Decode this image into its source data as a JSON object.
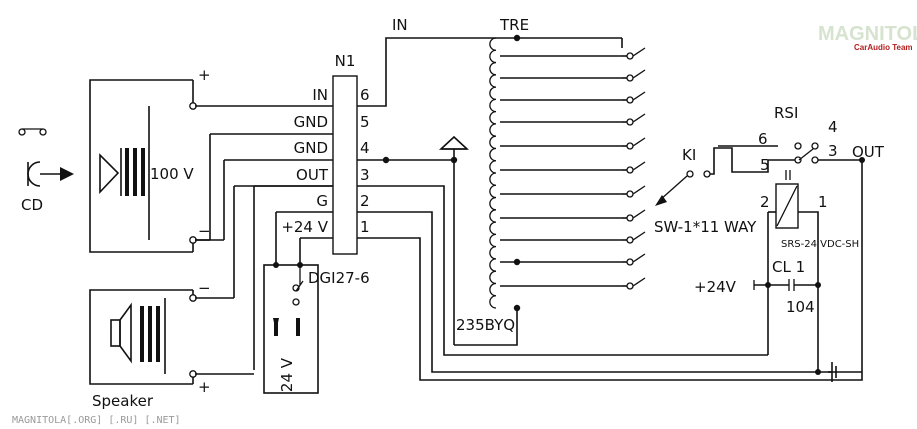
{
  "brand": {
    "name": "MAGNITOLA",
    "sub": "CarAudio Team"
  },
  "footer_watermark": "MAGNITOLA[.ORG] [.RU] [.NET]",
  "source": {
    "label": "CD"
  },
  "speaker": {
    "label": "Speaker"
  },
  "transformer_100v": {
    "label": "100 V"
  },
  "amplifier": {
    "ref": "N1",
    "part": "DGI27-6",
    "pins": [
      {
        "num": "6",
        "name": "IN"
      },
      {
        "num": "5",
        "name": "GND"
      },
      {
        "num": "4",
        "name": "GND"
      },
      {
        "num": "3",
        "name": "OUT"
      },
      {
        "num": "2",
        "name": "G"
      },
      {
        "num": "1",
        "name": "+24 V"
      }
    ]
  },
  "net_in": {
    "label": "IN"
  },
  "transformer_tre": {
    "ref": "TRE",
    "part": "235BYQ"
  },
  "selector": {
    "ref": "KI",
    "part": "SW-1*11 WAY"
  },
  "relay": {
    "ref": "RSI",
    "part": "SRS-24 VDC-SH",
    "pins": {
      "p2": "2",
      "p1": "1",
      "p3": "3",
      "p4": "4",
      "p5": "5",
      "p6": "6"
    }
  },
  "output": {
    "label": "OUT"
  },
  "capacitor": {
    "ref": "CL 1",
    "value": "104"
  },
  "supply": {
    "label": "+24V"
  },
  "battery": {
    "label": "24 V"
  },
  "polarity": {
    "plus": "+",
    "minus": "−"
  }
}
